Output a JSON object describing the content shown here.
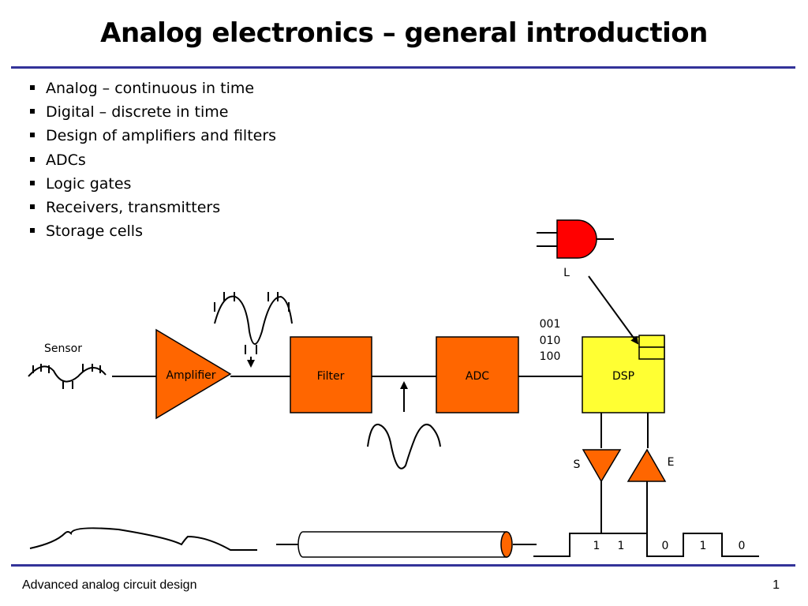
{
  "slide": {
    "title": "Analog electronics – general introduction",
    "bullets": [
      "Analog – continuous in time",
      "Digital – discrete in time",
      "Design of amplifiers and filters",
      "ADCs",
      "Logic gates",
      "Receivers, transmitters",
      "Storage cells"
    ]
  },
  "diagram": {
    "sensor_label": "Sensor",
    "amplifier_label": "Amplifier",
    "filter_label": "Filter",
    "adc_label": "ADC",
    "dsp_label": "DSP",
    "digital_code": [
      "001",
      "010",
      "100"
    ],
    "logic_label": "L",
    "send_label": "S",
    "receive_label": "E",
    "bit_labels": [
      "1",
      "1",
      "0",
      "1",
      "0"
    ],
    "colors": {
      "block_orange": "#ff6600",
      "dsp_yellow": "#ffff33",
      "gate_red": "#ff0000",
      "rule_blue": "#333399"
    }
  },
  "footer": {
    "left_text": "Advanced analog circuit design",
    "page_number": "1"
  }
}
